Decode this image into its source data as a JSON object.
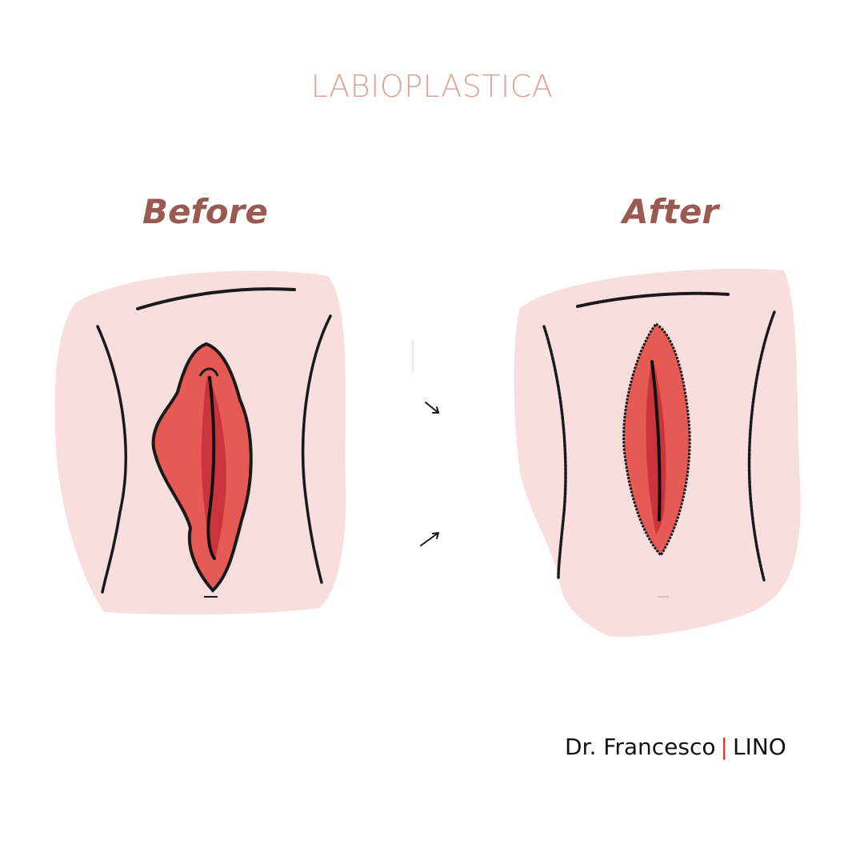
{
  "header": {
    "title": "LABIOPLASTICA"
  },
  "panels": {
    "before": {
      "label": "Before"
    },
    "after": {
      "label": "After"
    }
  },
  "signature": {
    "first": "Dr. Francesco",
    "separator": "|",
    "last": "LINO"
  },
  "colors": {
    "title": "#d6a69b",
    "label": "#9a5a52",
    "skin": "#f8dedc",
    "tissue": "#e55a55",
    "tissue_dark": "#b8262a",
    "outline": "#1a1a1a",
    "separator": "#d2372f"
  }
}
